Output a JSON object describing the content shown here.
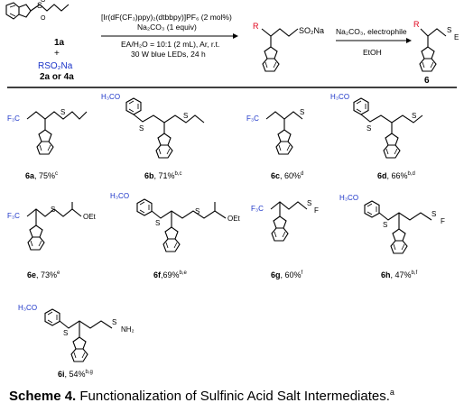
{
  "reaction": {
    "sm_label": "1a",
    "plus": "+",
    "reagent": "RSO₂Na",
    "reagent_label": "2a or 4a",
    "catalyst": "[Ir(dF(CF₃)ppy)₂(dtbbpy)]PF₆ (2 mol%)",
    "base": "Na₂CO₃ (1 equiv)",
    "solvent": "EA/H₂O = 10:1 (2 mL), Ar, r.t.",
    "light": "30 W blue LEDs, 24 h",
    "step2_reagents": "Na₂CO₃, electrophile",
    "step2_solvent": "EtOH",
    "intermediate_group": "SO₂Na",
    "intermediate_r": "R",
    "product_label": "6",
    "product_e": "E"
  },
  "products": [
    {
      "label": "6a",
      "yield": ", 75%",
      "sup": "c"
    },
    {
      "label": "6b",
      "yield": ", 71%",
      "sup": "b,c"
    },
    {
      "label": "6c",
      "yield": ", 60%",
      "sup": "d"
    },
    {
      "label": "6d",
      "yield": ", 66%",
      "sup": "b,d"
    },
    {
      "label": "6e",
      "yield": ", 73%",
      "sup": "e"
    },
    {
      "label": "6f",
      "yield": ",69%",
      "sup": "b,e"
    },
    {
      "label": "6g",
      "yield": ", 60%",
      "sup": "f"
    },
    {
      "label": "6h",
      "yield": ", 47%",
      "sup": "b,f"
    },
    {
      "label": "6i",
      "yield": ", 54%",
      "sup": "b,g"
    }
  ],
  "groups": {
    "cf3": "F₃C",
    "h3co": "H₃CO",
    "oet": "OEt",
    "f": "F",
    "nh2": "NH₂",
    "s": "S",
    "n": "N",
    "o": "O"
  },
  "caption": {
    "bold": "Scheme 4.",
    "text": " Functionalization of Sulfinic Acid Salt Intermediates.",
    "sup": "a"
  },
  "colors": {
    "red": "#e0001a",
    "blue": "#1a33c8",
    "black": "#000000"
  }
}
